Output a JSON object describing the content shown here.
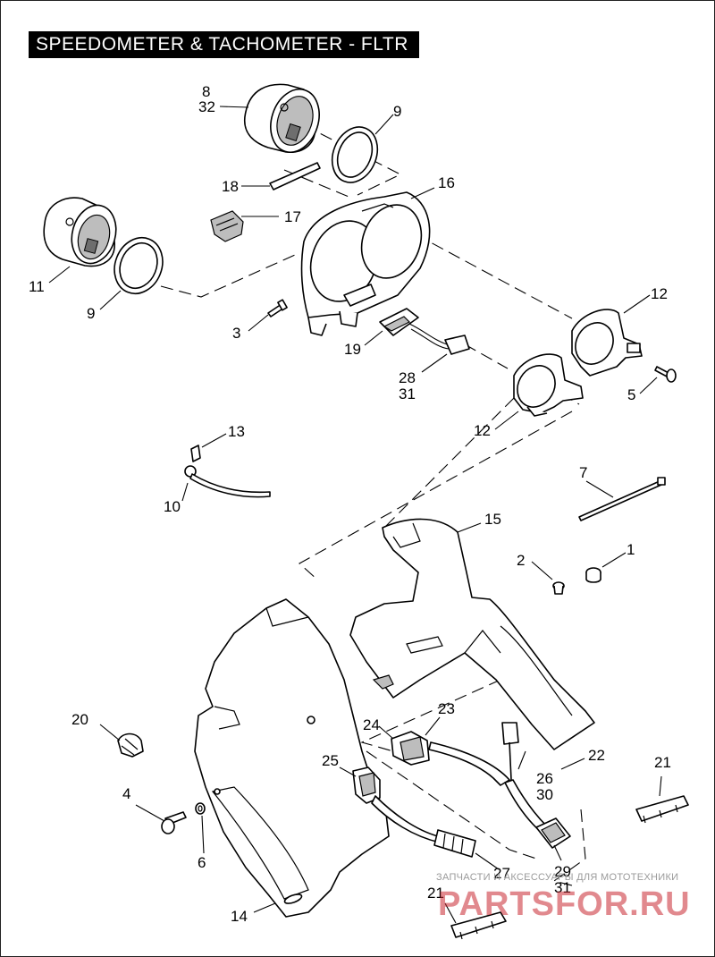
{
  "title": "SPEEDOMETER & TACHOMETER - FLTR",
  "callouts": {
    "c8": "8",
    "c32": "32",
    "c9a": "9",
    "c18": "18",
    "c16": "16",
    "c17": "17",
    "c11": "11",
    "c9b": "9",
    "c3": "3",
    "c19": "19",
    "c12a": "12",
    "c28": "28",
    "c31a": "31",
    "c5": "5",
    "c12b": "12",
    "c13": "13",
    "c10": "10",
    "c7": "7",
    "c15": "15",
    "c2": "2",
    "c1": "1",
    "c23": "23",
    "c24": "24",
    "c20": "20",
    "c22": "22",
    "c25": "25",
    "c26": "26",
    "c30": "30",
    "c21a": "21",
    "c4": "4",
    "c6": "6",
    "c27": "27",
    "c29": "29",
    "c31b": "31",
    "c21b": "21",
    "c14": "14"
  },
  "watermark": {
    "caption": "ЗАПЧАСТИ И АКСЕССУАРЫ ДЛЯ МОТОТЕХНИКИ",
    "logo": "PARTSFOR.RU"
  }
}
